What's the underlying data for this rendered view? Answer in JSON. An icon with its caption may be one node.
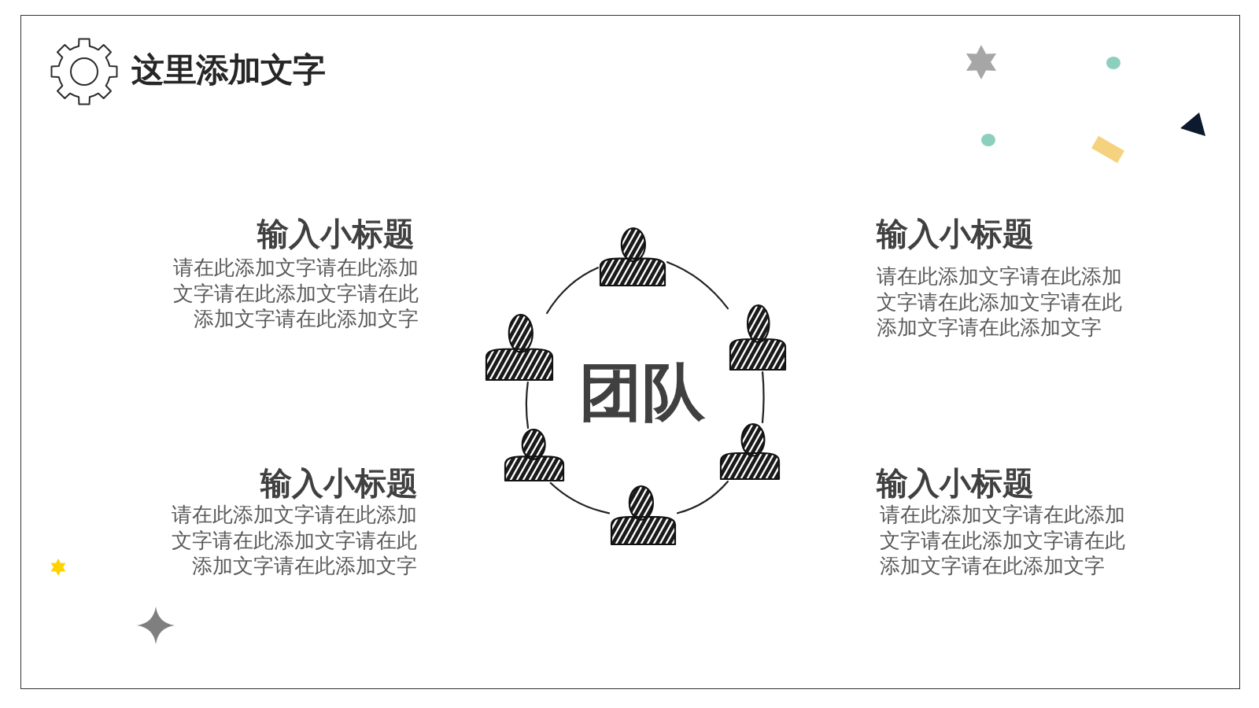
{
  "diagram": {
    "title": "这里添加文字",
    "nodes": [
      {
        "text": [],
        "shape": "person"
      },
      {
        "text": [],
        "shape": "person"
      },
      {
        "text": [],
        "shape": "person"
      },
      {
        "text": [],
        "shape": "person"
      },
      {
        "text": [],
        "shape": "person"
      },
      {
        "text": [],
        "shape": "person"
      }
    ],
    "edges": [
      {
        "from": 0,
        "to": 1,
        "arrow": "none"
      },
      {
        "from": 1,
        "to": 2,
        "arrow": "none"
      },
      {
        "from": 2,
        "to": 3,
        "arrow": "none"
      },
      {
        "from": 3,
        "to": 4,
        "arrow": "none"
      },
      {
        "from": 4,
        "to": 5,
        "arrow": "none"
      },
      {
        "from": 5,
        "to": 0,
        "arrow": "none"
      }
    ],
    "labels": [
      "输入小标题",
      "请在此添加文字请在此添加文字请在此添加文字请在此添加文字请在此添加文字",
      "输入小标题",
      "请在此添加文字请在此添加文字请在此添加文字请在此添加文字请在此添加文字",
      "团队",
      "输入小标题",
      "请在此添加文字请在此添加文字请在此添加文字请在此添加文字请在此添加文字",
      "输入小标题",
      "请在此添加文字请在此添加文字请在此添加文字请在此添加文字请在此添加文字"
    ]
  }
}
